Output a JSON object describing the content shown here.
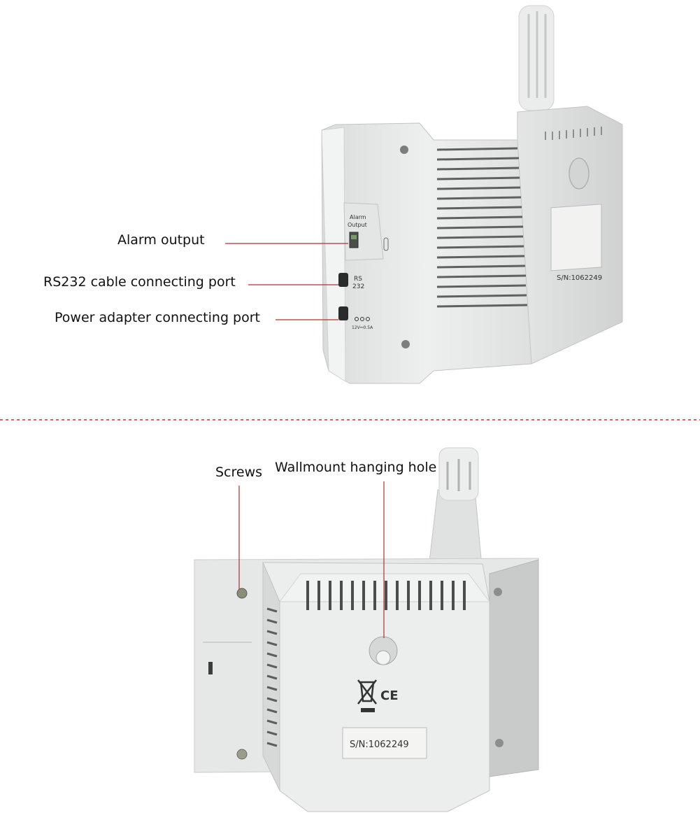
{
  "callouts": {
    "alarm_output": "Alarm output",
    "rs232_port": "RS232 cable connecting port",
    "power_port": "Power adapter connecting port",
    "screws": "Screws",
    "wallmount_hole": "Wallmount hanging hole"
  },
  "device_labels": {
    "alarm_output_top": "Alarm",
    "alarm_output_bottom": "Output",
    "rs": "RS",
    "232": "232",
    "power_rating": "12V⎓0.5A",
    "ce_mark": "CE",
    "serial_top": "S/N:1062249",
    "serial_bottom": "S/N:1062249"
  },
  "colors": {
    "leader_line": "#b03030",
    "separator": "#c0392b",
    "device_body": "#e9ebea",
    "device_shadow": "#c9cccb"
  }
}
